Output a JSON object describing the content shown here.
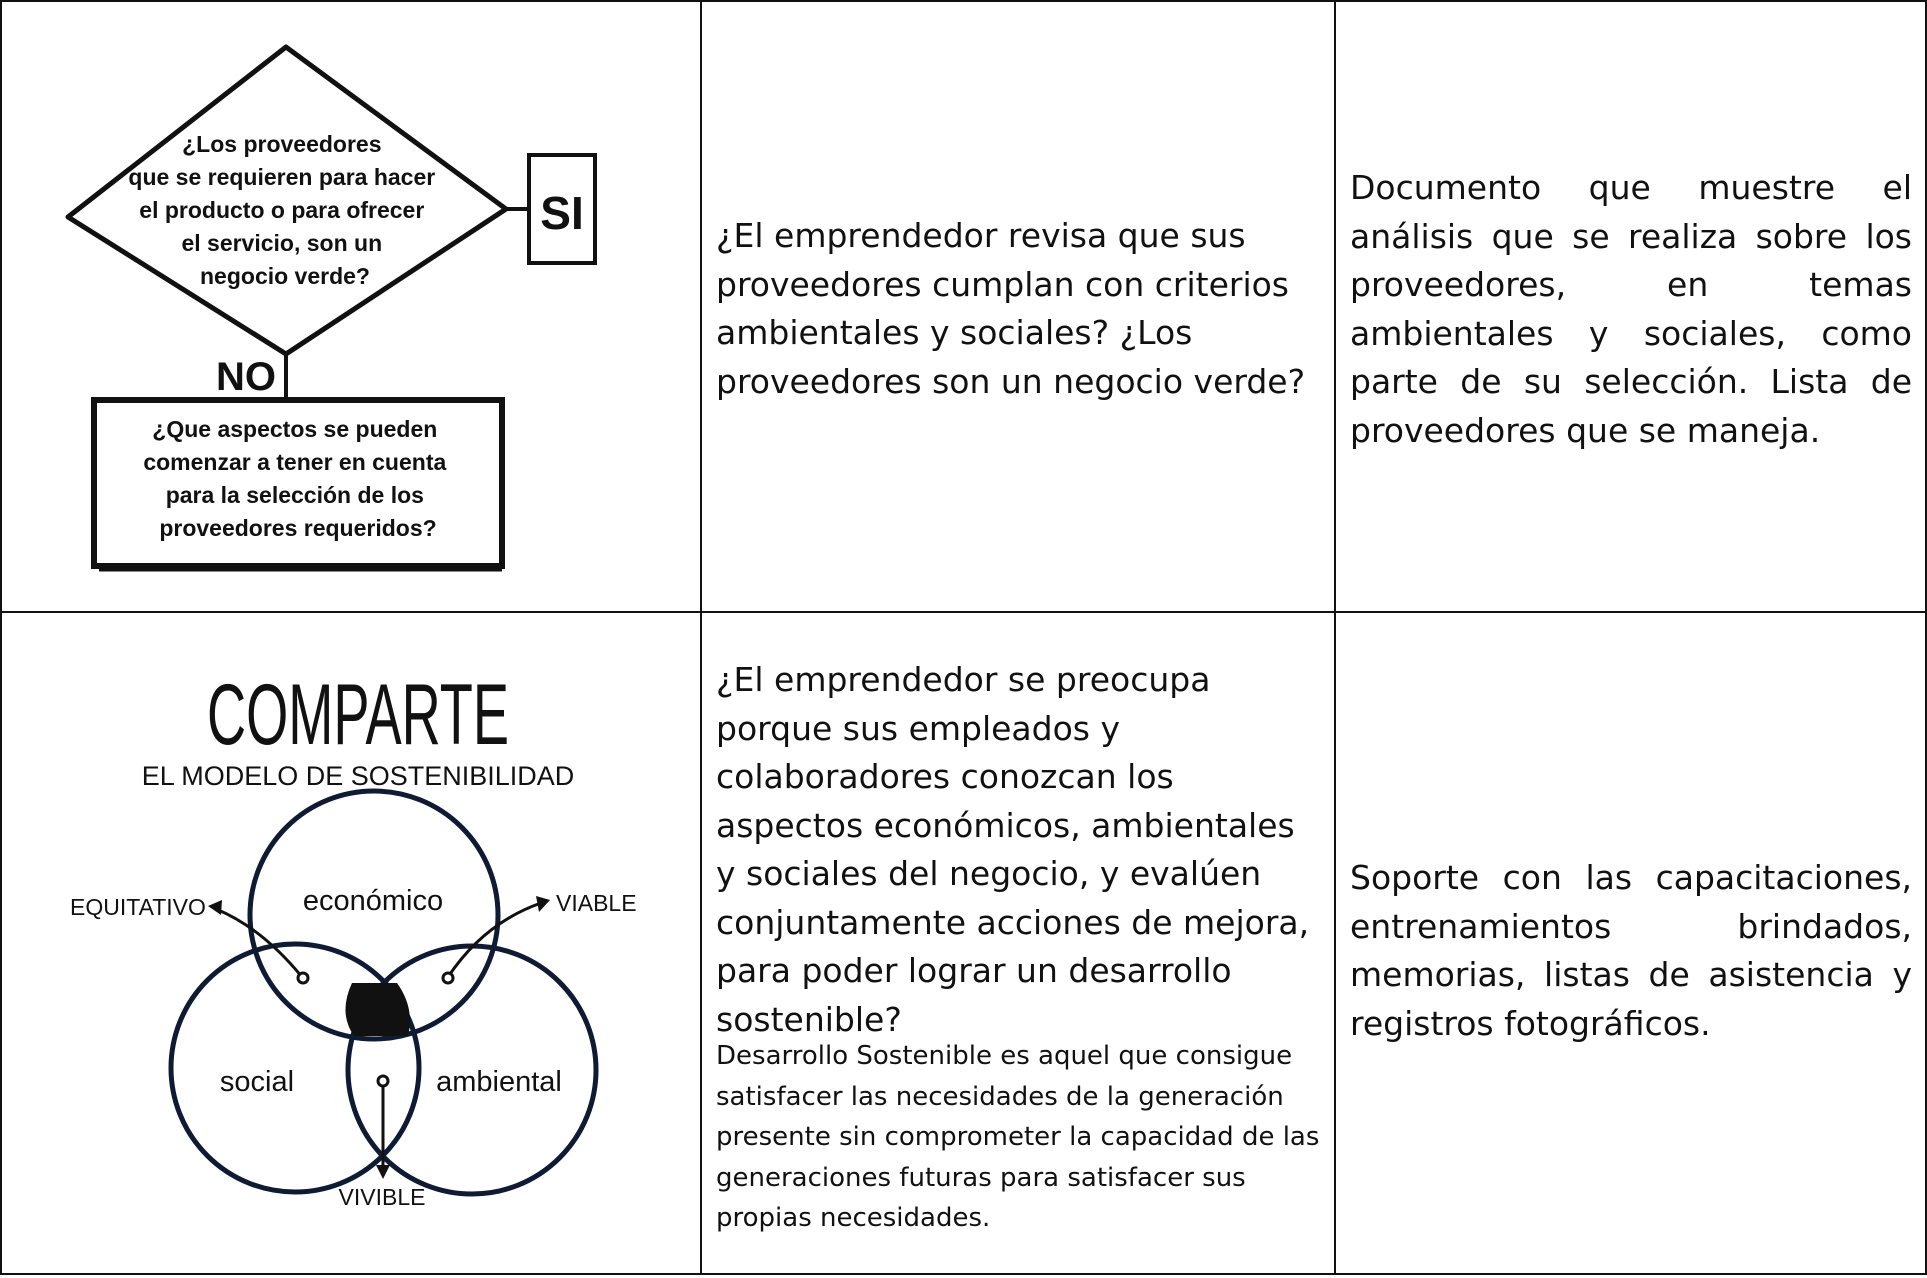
{
  "rows": [
    {
      "flowchart": {
        "diamond_lines": [
          "¿Los proveedores",
          "que se requieren para hacer",
          "el producto o para ofrecer",
          "el servicio, son un",
          "negocio verde?"
        ],
        "yes_label": "SI",
        "no_label": "NO",
        "box_lines": [
          "¿Que aspectos se pueden",
          "comenzar a tener en cuenta",
          "para la selección de los",
          "proveedores requeridos?"
        ]
      },
      "question": "¿El emprendedor revisa que sus proveedores cumplan con criterios ambientales y sociales? ¿Los proveedores son un negocio verde?",
      "evidence": "Documento que muestre el análisis que se realiza sobre los proveedores, en temas ambientales y sociales, como parte de su selección. Lista de proveedores que se maneja."
    },
    {
      "model": {
        "title": "COMPARTE",
        "subtitle": "EL MODELO DE SOSTENIBILIDAD",
        "circles": [
          "económico",
          "social",
          "ambiental"
        ],
        "arrows": [
          "EQUITATIVO",
          "VIABLE",
          "VIVIBLE"
        ]
      },
      "question": "¿El emprendedor se preocupa porque sus empleados y colaboradores conozcan los aspectos económicos, ambientales y sociales del negocio, y evalúen conjuntamente acciones de mejora, para poder lograr un desarrollo sostenible?",
      "note": "Desarrollo Sostenible es aquel que consigue satisfacer las necesidades de la generación presente sin comprometer la capacidad de las generaciones futuras para satisfacer sus propias necesidades.",
      "evidence": "Soporte con las capacitaciones, entrenamientos brindados, memorias, listas de asistencia y registros fotográficos."
    }
  ]
}
